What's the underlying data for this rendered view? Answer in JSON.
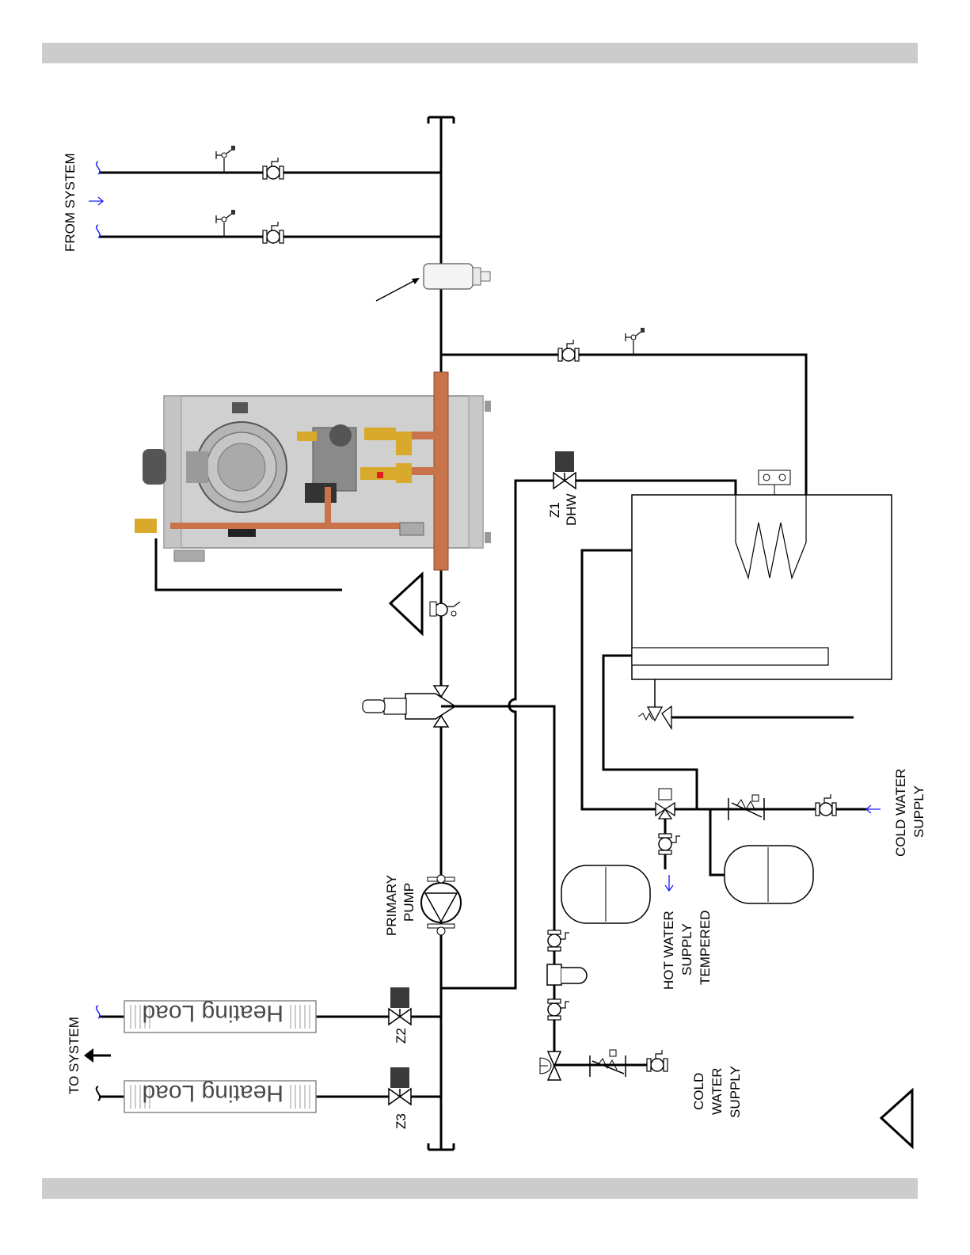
{
  "labels": {
    "from_system": "FROM SYSTEM",
    "to_system": "TO SYSTEM",
    "primary_pump": [
      "PRIMARY",
      "PUMP"
    ],
    "z1_dhw": [
      "Z1",
      "DHW"
    ],
    "z2": "Z2",
    "z3": "Z3",
    "heating_load": "Heating Load",
    "cold_water_supply_bottom": [
      "COLD",
      "WATER",
      "SUPPLY"
    ],
    "hot_water_supply_tempered": [
      "HOT WATER",
      "SUPPLY",
      "TEMPERED"
    ],
    "cold_water_supply_right": [
      "COLD WATER",
      "SUPPLY"
    ]
  },
  "colors": {
    "pipe": "#000000",
    "band": "#cccccc",
    "flow_arrow": "#1a1aff",
    "copper": "#c8734a",
    "zone_actuator": "#3a3a3a",
    "boiler_body": "#d0d0d0"
  },
  "icons": [
    "flow-arrow-icon",
    "ball-valve-icon",
    "drain-valve-icon",
    "zone-valve-icon",
    "pump-icon",
    "expansion-tank-icon",
    "relief-valve-icon",
    "check-valve-icon",
    "mixing-valve-icon",
    "air-separator-icon",
    "backflow-preventer-icon",
    "warning-triangle-icon"
  ]
}
